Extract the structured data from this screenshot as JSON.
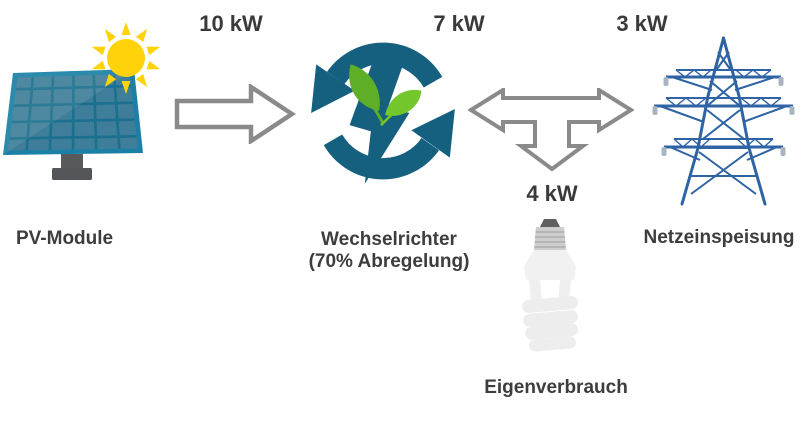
{
  "diagram": {
    "nodes": {
      "pv": {
        "label": "PV-Module",
        "icon": "solar-panel-sun-icon"
      },
      "inverter": {
        "label": "Wechselrichter",
        "sublabel": "(70% Abregelung)",
        "icon": "inverter-cycle-icon"
      },
      "grid": {
        "label": "Netzeinspeisung",
        "icon": "power-pylon-icon"
      },
      "consumption": {
        "label": "Eigenverbrauch",
        "icon": "cfl-bulb-icon"
      }
    },
    "flows": {
      "pv_to_inverter": {
        "label": "10 kW",
        "value_kw": 10
      },
      "inverter_output": {
        "label": "7 kW",
        "value_kw": 7
      },
      "to_grid": {
        "label": "3 kW",
        "value_kw": 3
      },
      "to_consumption": {
        "label": "4 kW",
        "value_kw": 4
      }
    },
    "colors": {
      "teal_icon": "#15607f",
      "panel_frame": "#1b80a5",
      "panel_cells": "#3f7e9a",
      "panel_grid": "#19708f",
      "sun": "#ffd20a",
      "arrow_outline": "#8a8a8a",
      "pylon_blue": "#2e63a4",
      "leaf_green": "#5fae27",
      "text": "#3d3d3d",
      "bulb_gray": "#ededed",
      "background": "#ffffff"
    }
  }
}
